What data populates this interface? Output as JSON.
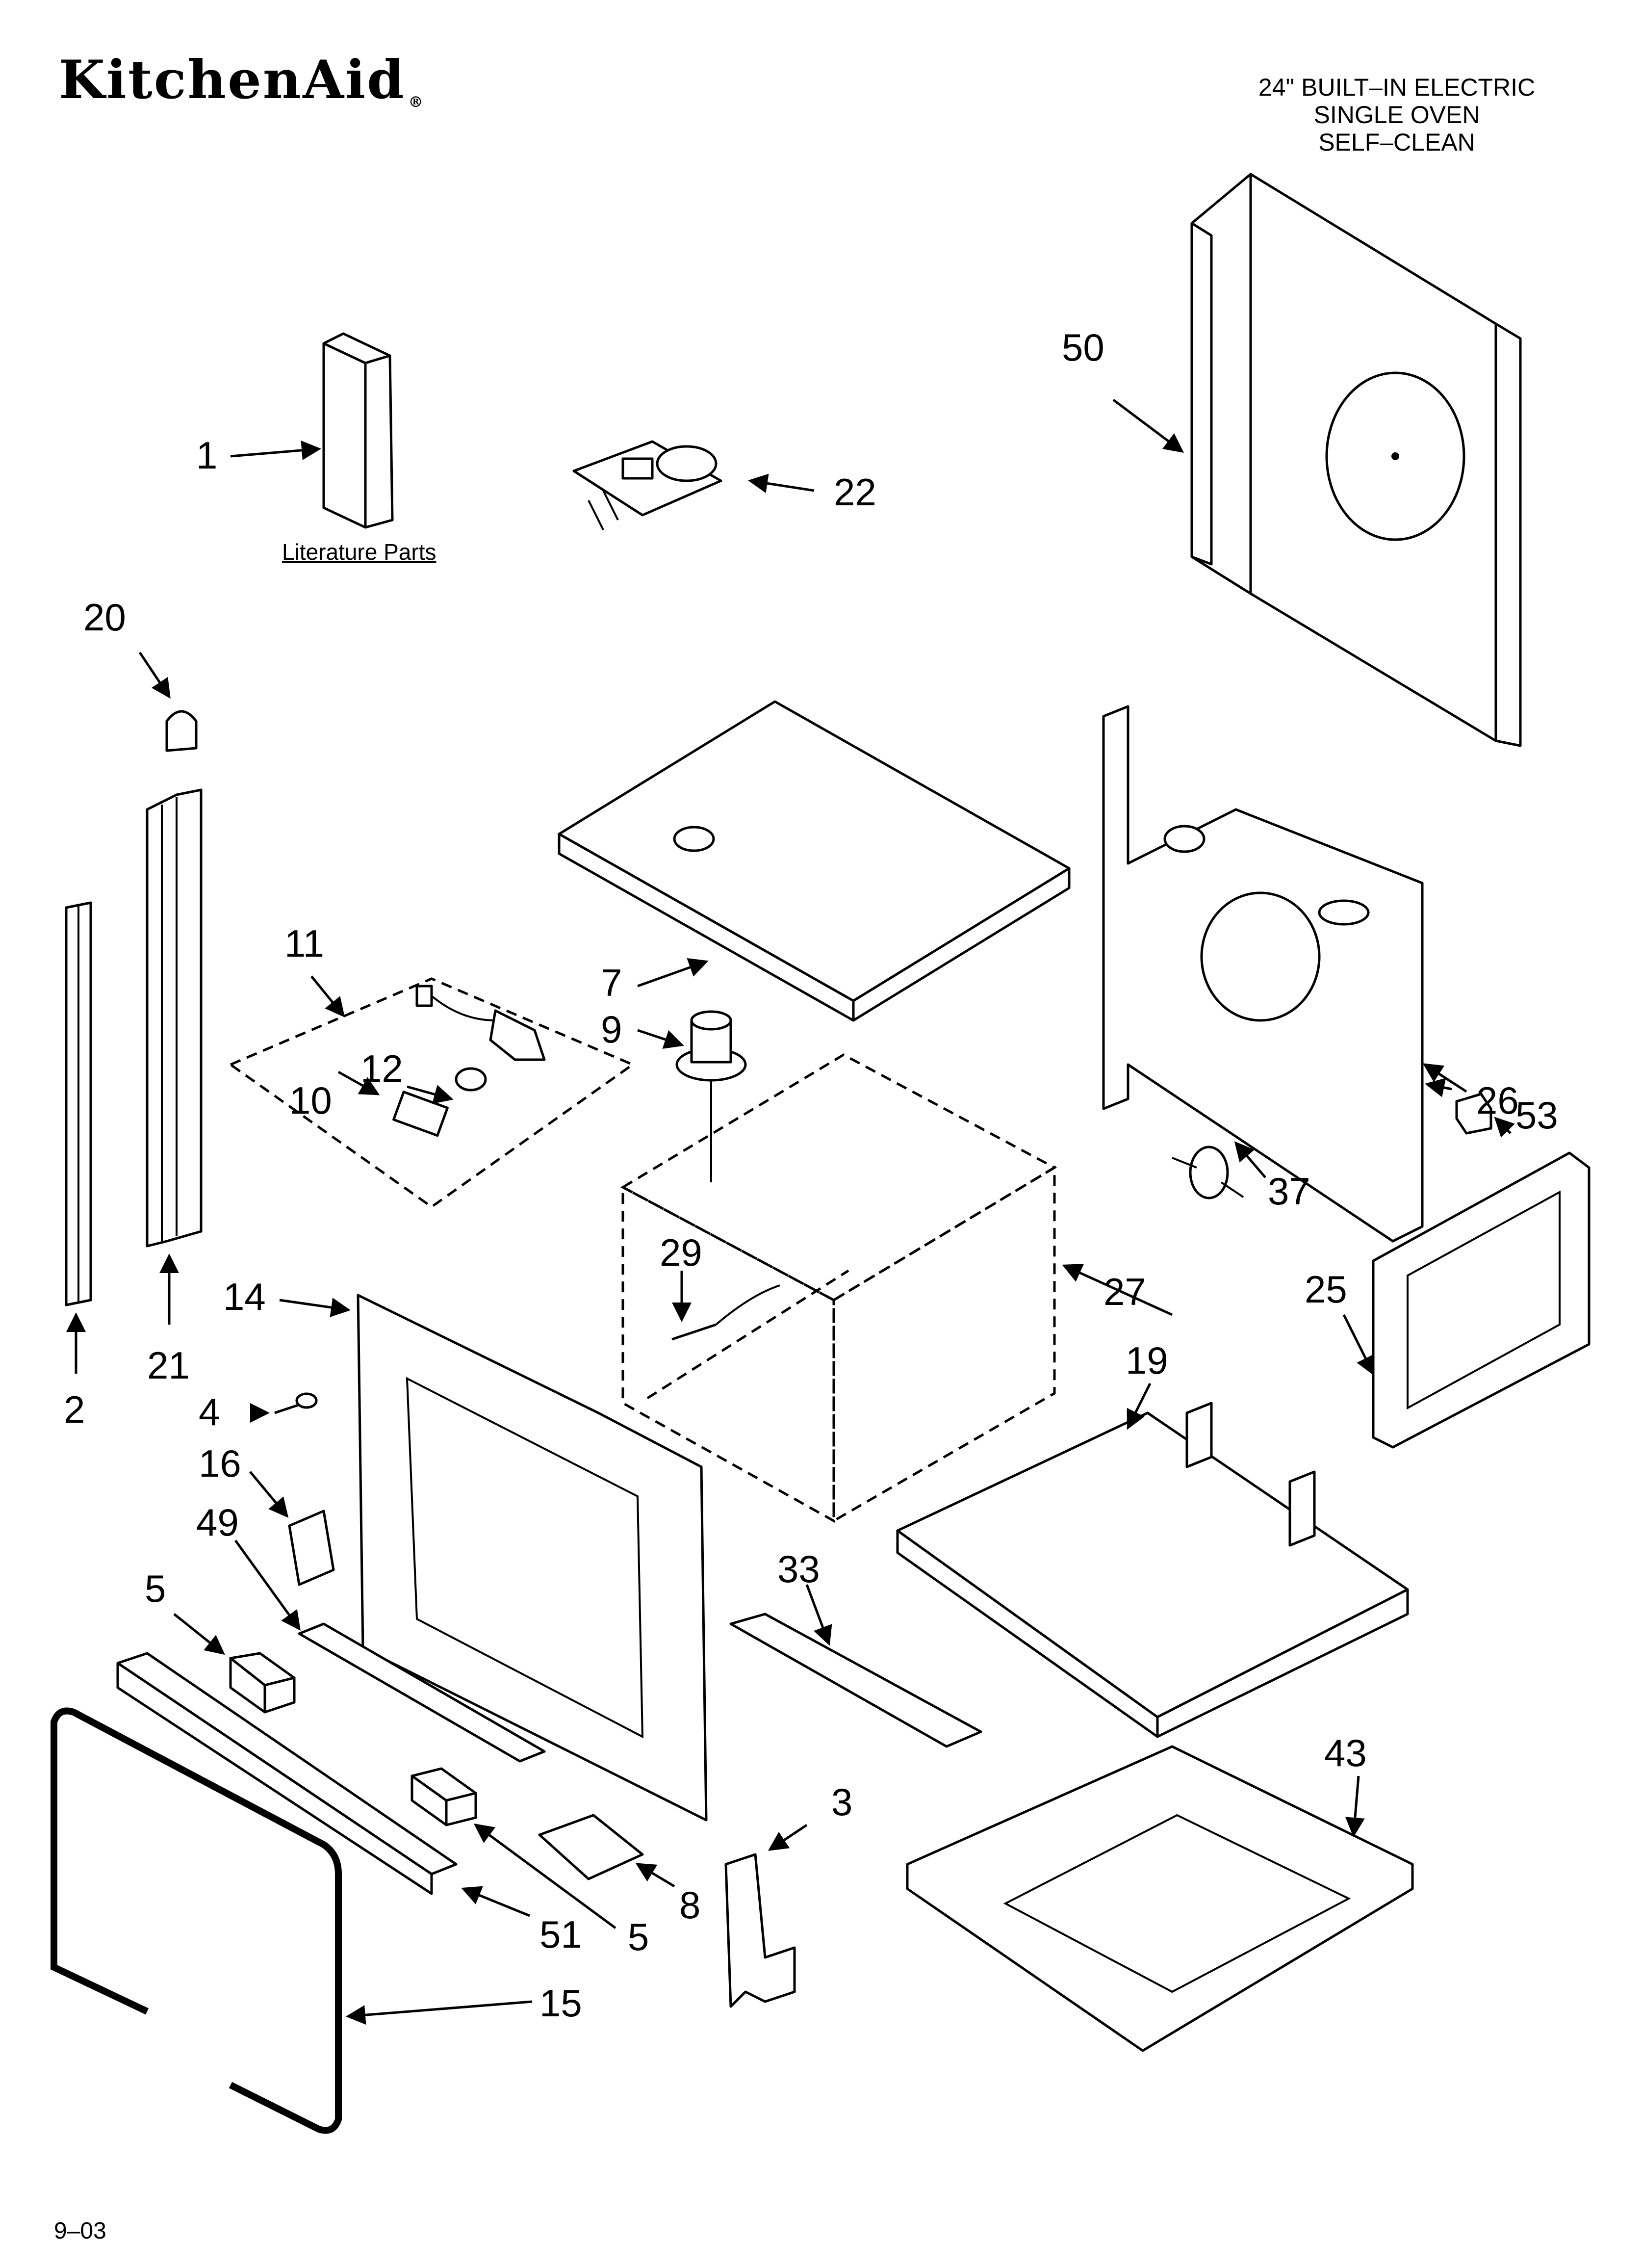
{
  "brand": {
    "logo_text": "KitchenAid",
    "registered_mark": "®"
  },
  "title": {
    "line1": "24\" BUILT–IN ELECTRIC",
    "line2": "SINGLE OVEN",
    "line3": "SELF–CLEAN"
  },
  "literature_label": "Literature Parts",
  "footer_code": "9–03",
  "callouts": {
    "c1": "1",
    "c2": "2",
    "c3": "3",
    "c4": "4",
    "c5a": "5",
    "c5b": "5",
    "c7": "7",
    "c8": "8",
    "c9": "9",
    "c10": "10",
    "c11": "11",
    "c12": "12",
    "c14": "14",
    "c15": "15",
    "c16": "16",
    "c19": "19",
    "c20": "20",
    "c21": "21",
    "c22": "22",
    "c25": "25",
    "c26": "26",
    "c27": "27",
    "c29": "29",
    "c33": "33",
    "c37": "37",
    "c43": "43",
    "c49": "49",
    "c50": "50",
    "c51": "51",
    "c53": "53"
  }
}
